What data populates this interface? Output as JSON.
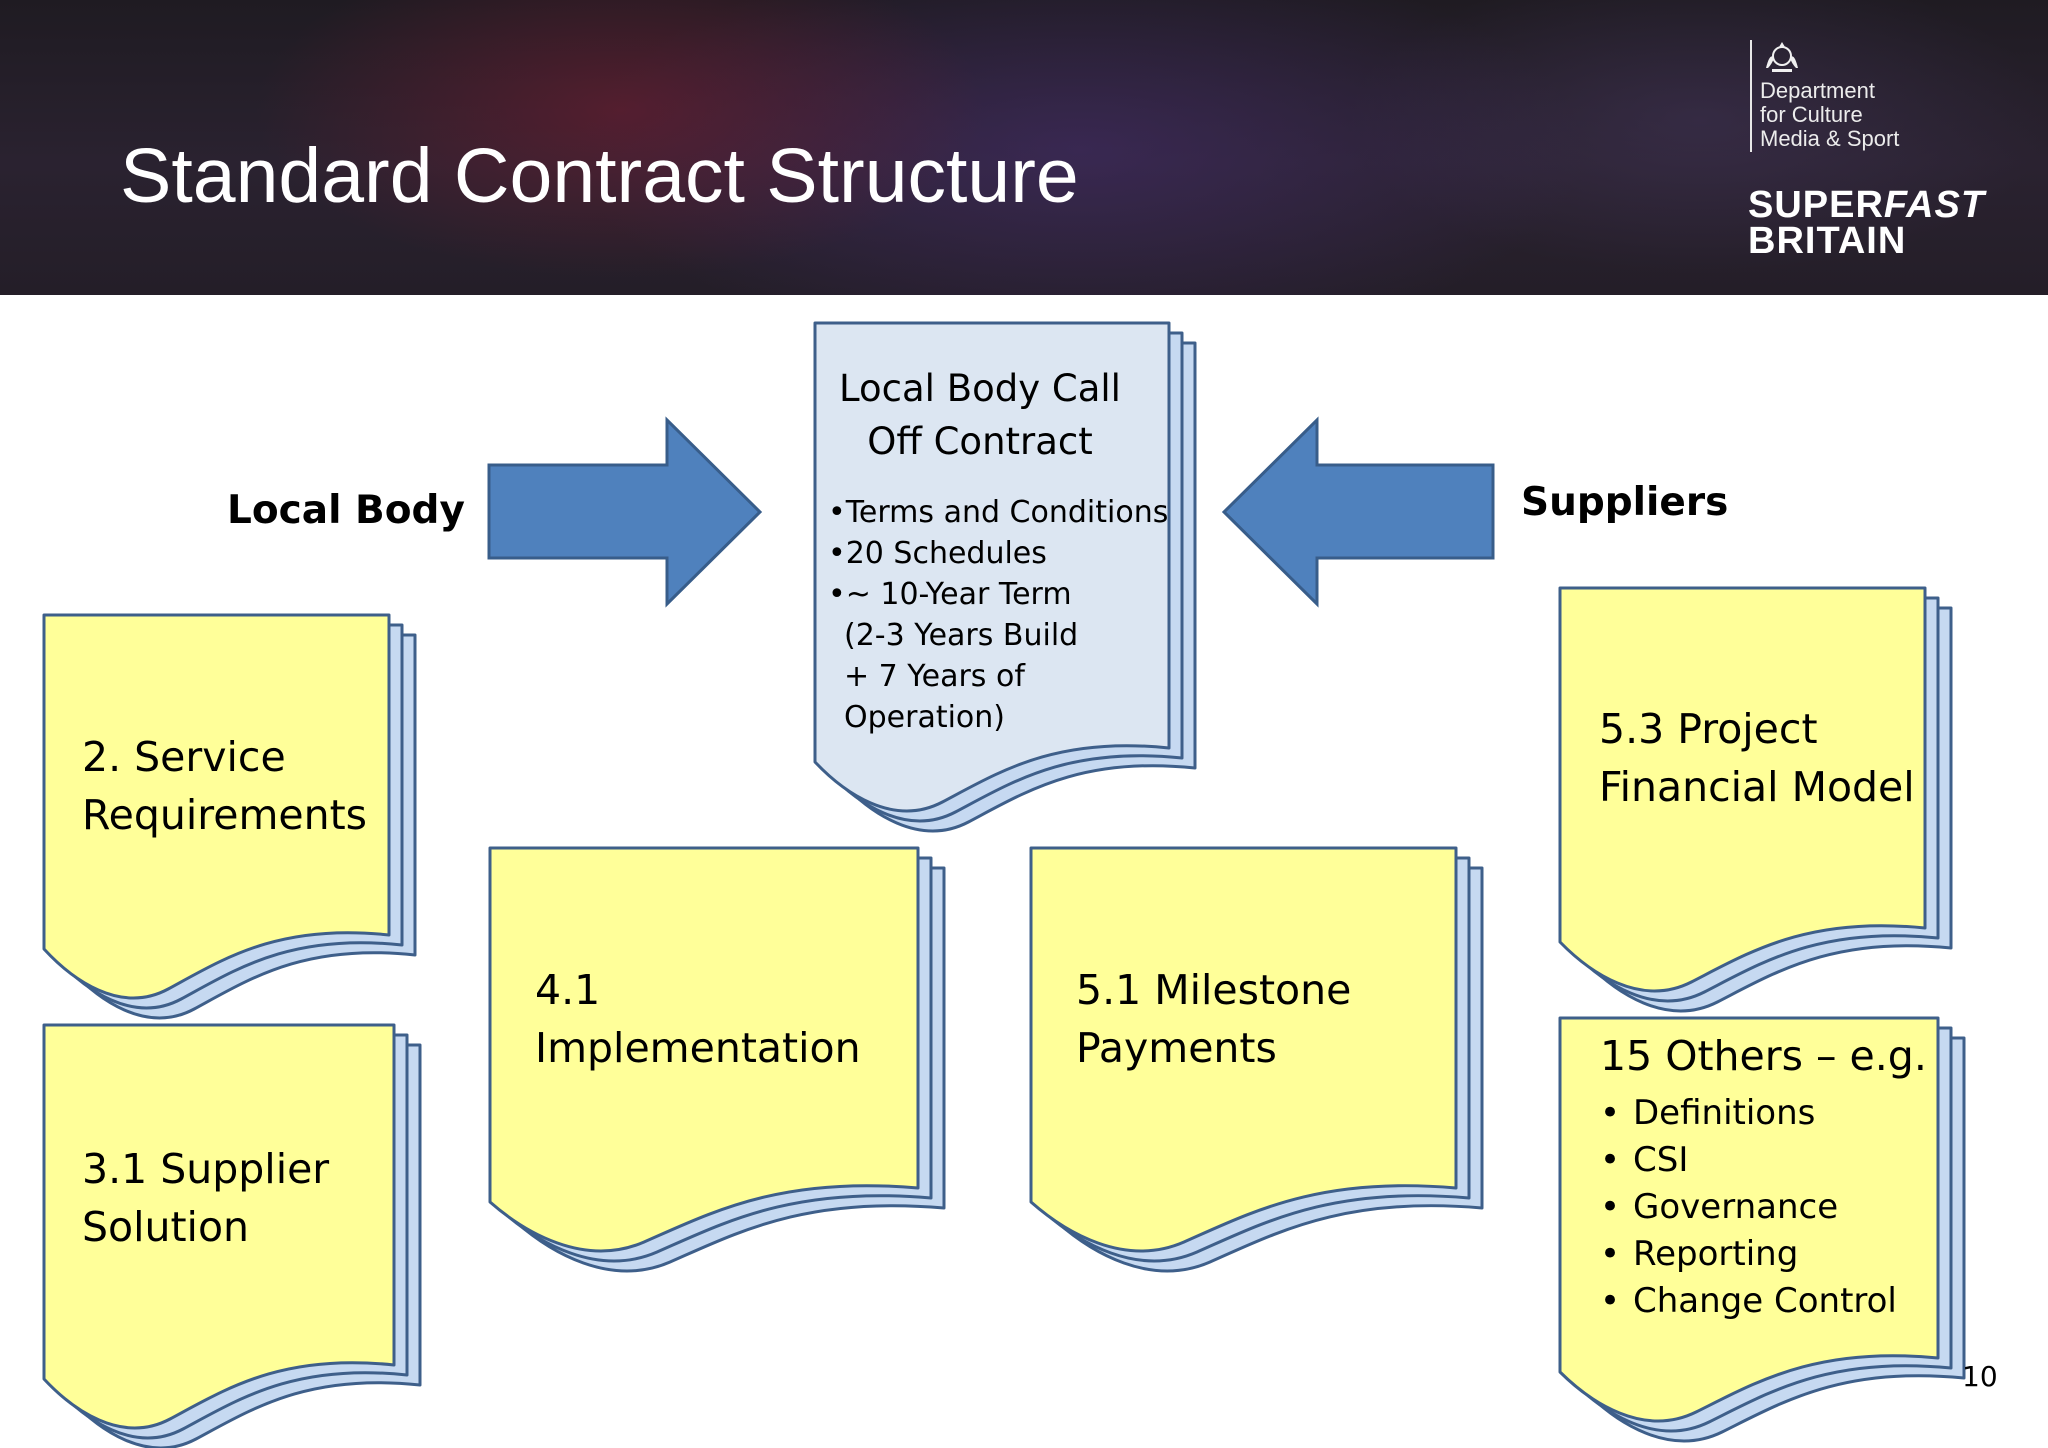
{
  "header": {
    "title": "Standard Contract Structure",
    "department_lines": [
      "Department",
      "for Culture",
      "Media & Sport"
    ],
    "brand_prefix": "SUPER",
    "brand_italic": "FAST",
    "brand_line2": "BRITAIN"
  },
  "labels": {
    "local_body": "Local Body",
    "suppliers": "Suppliers"
  },
  "center_doc": {
    "title_lines": [
      "Local Body Call",
      "Off Contract"
    ],
    "bullets": [
      "•Terms and Conditions",
      "•20 Schedules",
      "•~ 10-Year Term"
    ],
    "continuation": [
      "(2-3 Years Build",
      "+ 7 Years of",
      "Operation)"
    ]
  },
  "docs": {
    "service_requirements": [
      "2. Service",
      "Requirements"
    ],
    "supplier_solution": [
      "3.1 Supplier",
      "Solution"
    ],
    "implementation": [
      "4.1",
      "Implementation"
    ],
    "milestone_payments": [
      "5.1 Milestone",
      "Payments"
    ],
    "financial_model": [
      "5.3 Project",
      "Financial Model"
    ]
  },
  "others": {
    "title": "15 Others – e.g.",
    "bullet_glyph": "•",
    "items": [
      "Definitions",
      "CSI",
      "Governance",
      "Reporting",
      "Change Control"
    ]
  },
  "page_number": "10",
  "colors": {
    "doc_fill": "#ffff99",
    "center_fill": "#dce6f2",
    "stack_fill": "#c6d9f1",
    "outline": "#3e5f8a",
    "arrow_fill": "#4f81bd",
    "arrow_stroke": "#385d8a"
  }
}
